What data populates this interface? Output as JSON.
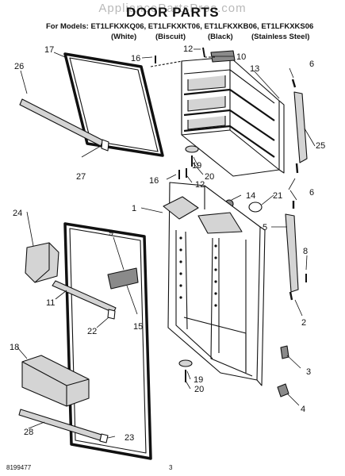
{
  "header": {
    "watermark": "AppliancePartsPros.com",
    "title": "DOOR PARTS",
    "models_line": "For Models: ET1LFKXKQ06, ET1LFKXKT06, ET1LFKXKB06, ET1LFKXKS06",
    "variants": [
      "(White)",
      "(Biscuit)",
      "(Black)",
      "(Stainless Steel)"
    ]
  },
  "callouts": [
    "1",
    "2",
    "3",
    "4",
    "5",
    "6",
    "6",
    "8",
    "9",
    "10",
    "11",
    "12",
    "12",
    "13",
    "14",
    "15",
    "16",
    "16",
    "17",
    "18",
    "19",
    "19",
    "20",
    "20",
    "21",
    "22",
    "23",
    "24",
    "25",
    "26",
    "27",
    "28"
  ],
  "footer": {
    "doc_number": "8199477",
    "page_number": "3"
  },
  "colors": {
    "ink": "#111111",
    "shade": "#8a8a8a",
    "light_shade": "#d4d4d4",
    "watermark": "#b9b9b9"
  }
}
